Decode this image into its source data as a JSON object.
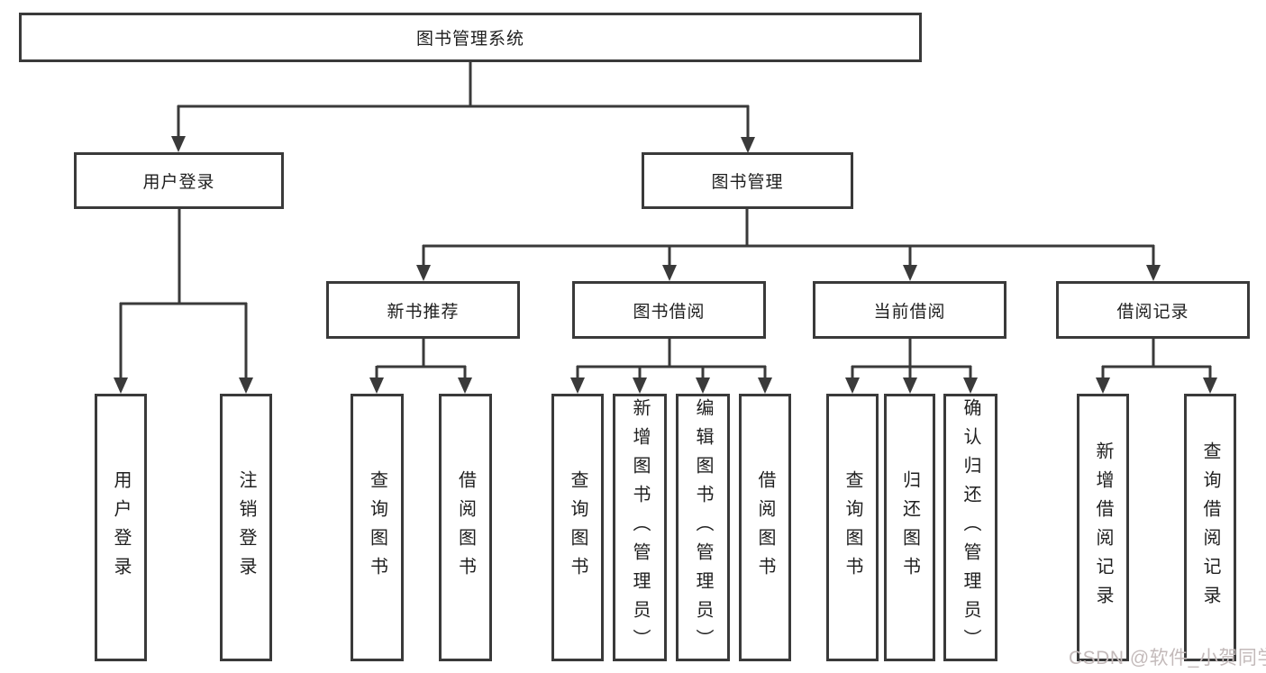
{
  "diagram": {
    "type": "tree",
    "title": "图书管理系统",
    "nodes": {
      "root": "图书管理系统",
      "user_login": "用户登录",
      "book_management": "图书管理",
      "new_book_recommend": "新书推荐",
      "book_borrowing": "图书借阅",
      "current_borrowing": "当前借阅",
      "borrowing_records": "借阅记录",
      "leaf_user_login": "用户登录",
      "leaf_logout": "注销登录",
      "leaf_query_books_a": "查询图书",
      "leaf_borrow_books_a": "借阅图书",
      "leaf_query_books_b": "查询图书",
      "leaf_add_book_admin": "新增图书（管理员）",
      "leaf_edit_book_admin": "编辑图书（管理员）",
      "leaf_borrow_books_b": "借阅图书",
      "leaf_query_books_c": "查询图书",
      "leaf_return_books": "归还图书",
      "leaf_confirm_return_admin": "确认归还（管理员）",
      "leaf_add_borrow_record": "新增借阅记录",
      "leaf_query_borrow_record": "查询借阅记录"
    },
    "hierarchy": {
      "图书管理系统": {
        "用户登录": [
          "用户登录",
          "注销登录"
        ],
        "图书管理": {
          "新书推荐": [
            "查询图书",
            "借阅图书"
          ],
          "图书借阅": [
            "查询图书",
            "新增图书（管理员）",
            "编辑图书（管理员）",
            "借阅图书"
          ],
          "当前借阅": [
            "查询图书",
            "归还图书",
            "确认归还（管理员）"
          ],
          "借阅记录": [
            "新增借阅记录",
            "查询借阅记录"
          ]
        }
      }
    },
    "watermark": "CSDN @软件_小贺同学",
    "colors": {
      "line": "#3a3a3a",
      "text": "#1f1f1f",
      "background": "#ffffff",
      "watermark": "#c3baba"
    }
  }
}
